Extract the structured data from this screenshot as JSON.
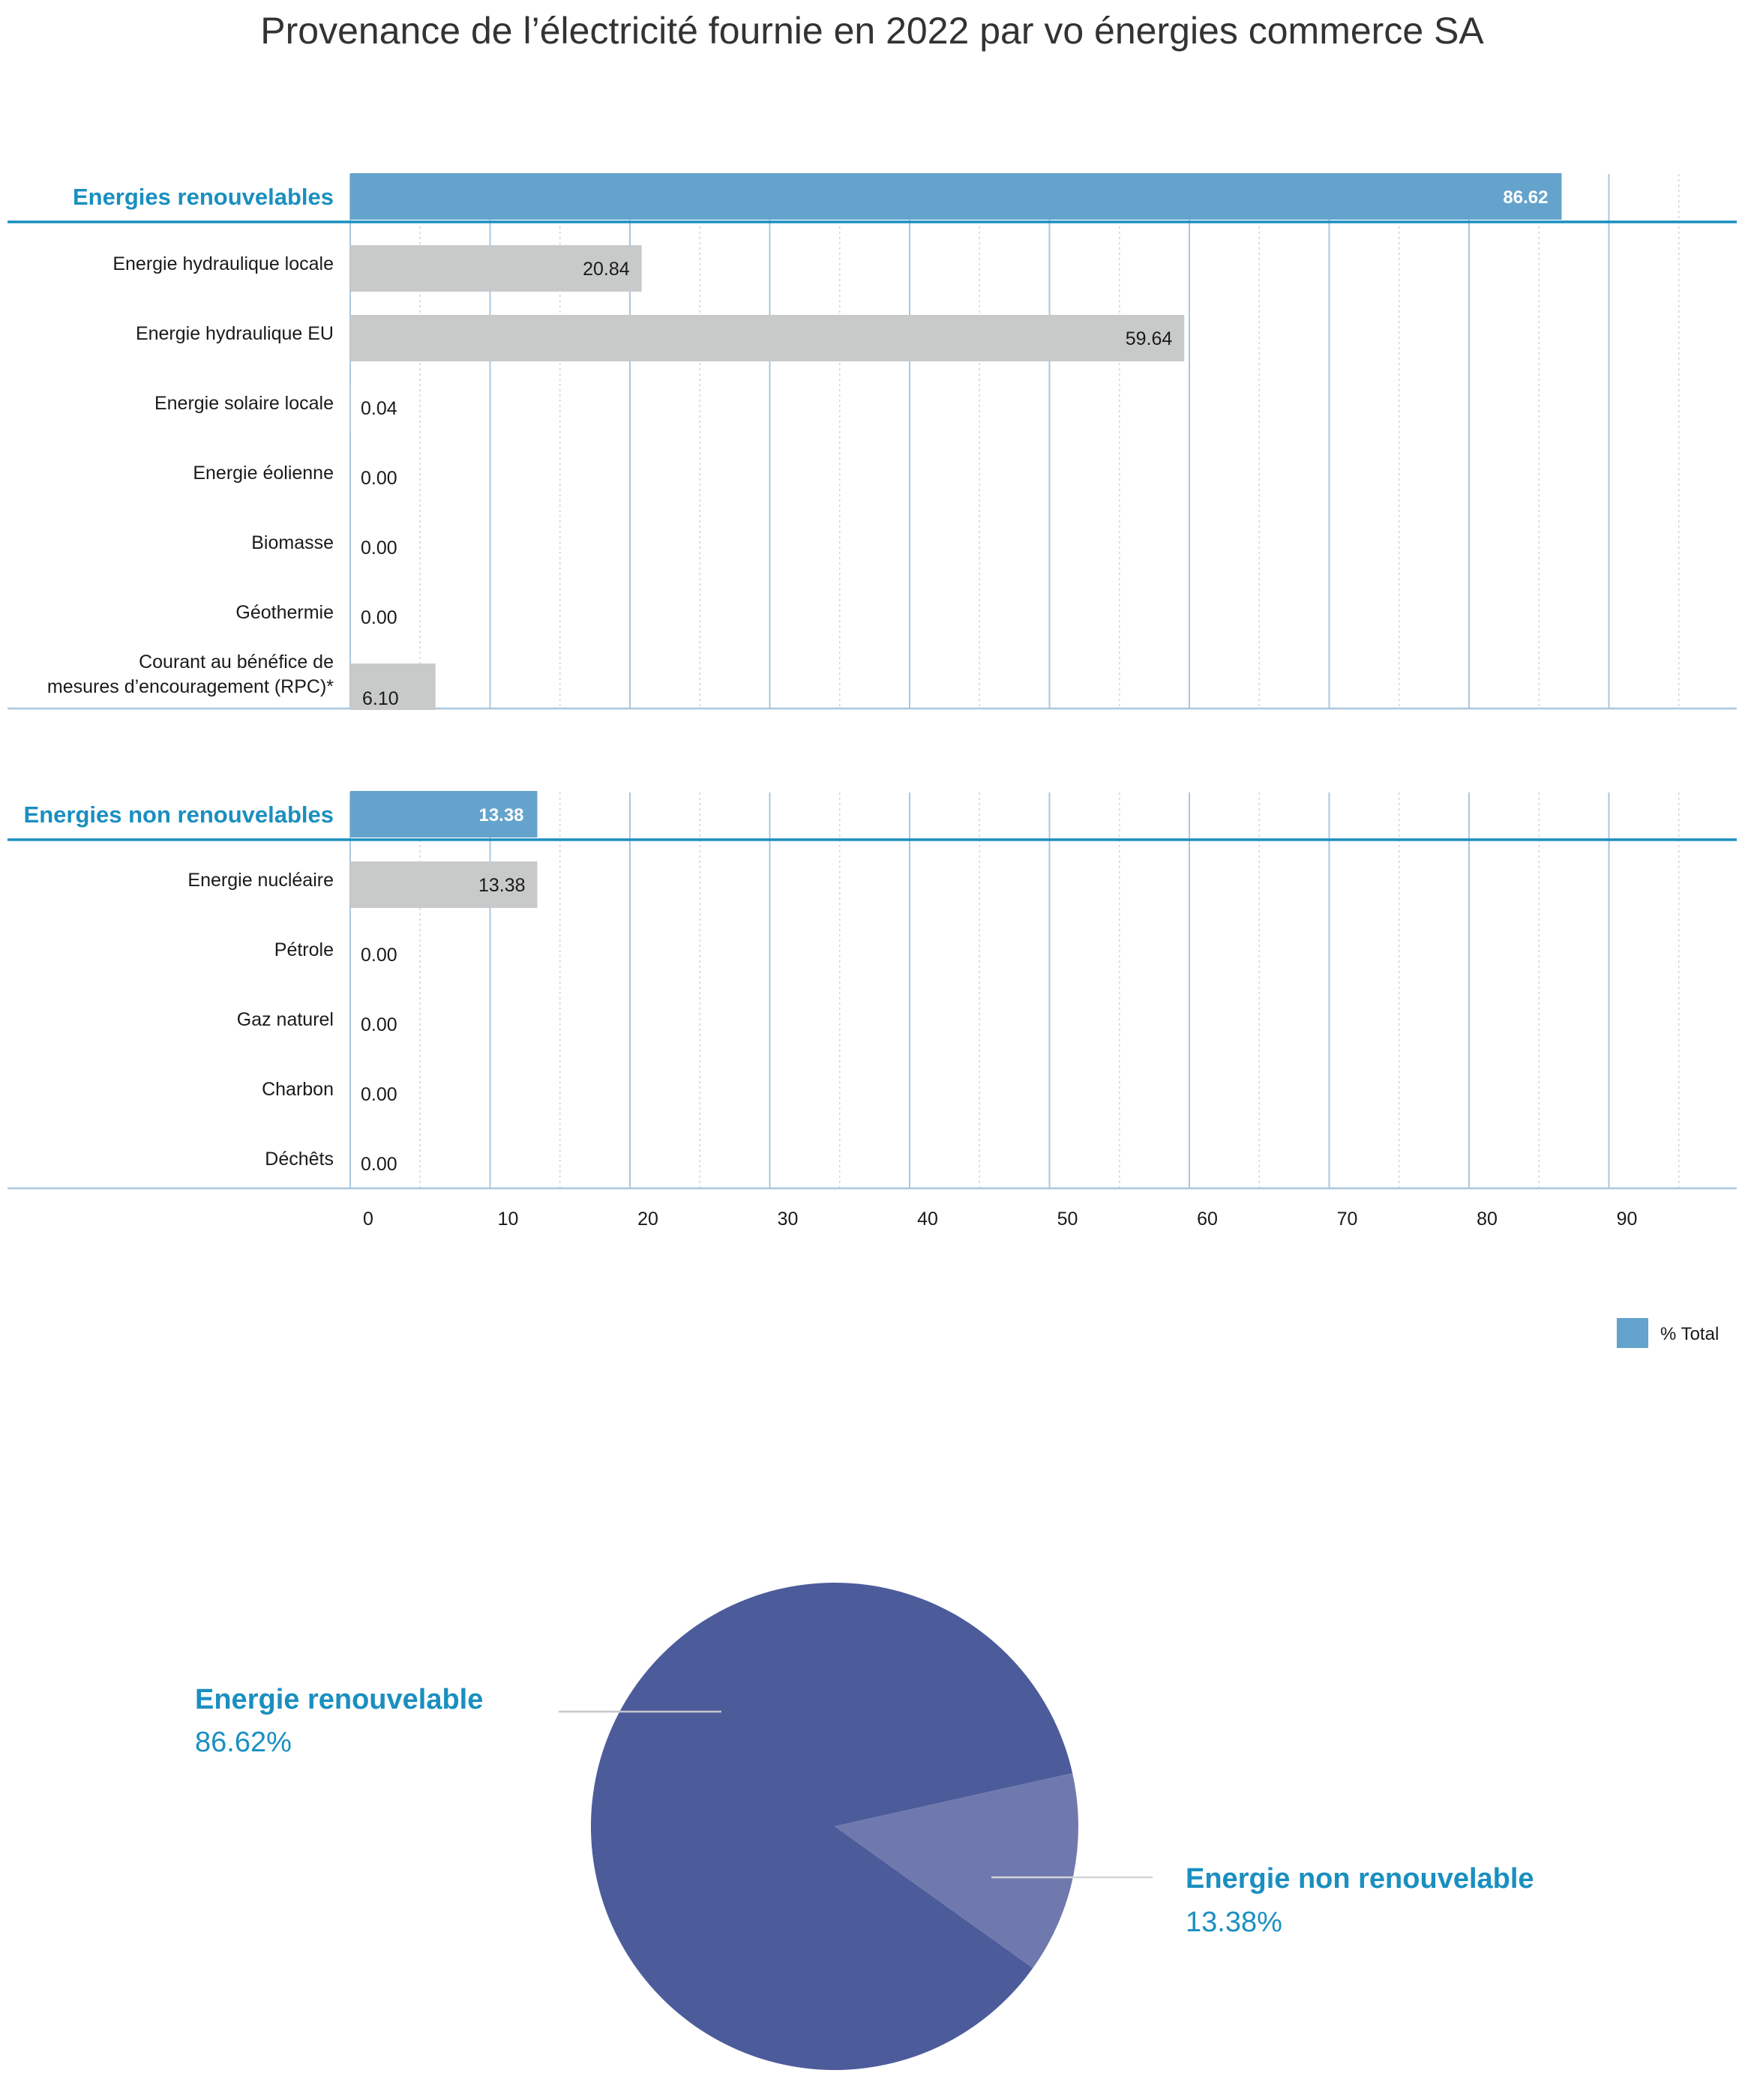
{
  "title": "Provenance de l’électricité fournie en 2022 par vo énergies commerce SA",
  "colors": {
    "group_bar": "#64a3cc",
    "item_bar": "#c8cac9",
    "axis_line": "#1a8fc0",
    "major_grid": "#a9c7df",
    "minor_grid": "#c9d7e3",
    "pie_renewable": "#4c5c9b",
    "pie_nonrenewable": "#7079ad",
    "label_accent": "#1a8fc0"
  },
  "chart_data": [
    {
      "type": "bar",
      "orientation": "horizontal",
      "xlim": [
        0,
        100
      ],
      "ticks": [
        "0",
        "10",
        "20",
        "30",
        "40",
        "50",
        "60",
        "70",
        "80",
        "90"
      ],
      "grid": true,
      "legend": {
        "position": "bottom-right",
        "label": "% Total"
      },
      "groups": [
        {
          "label": "Energies renouvelables",
          "value": 86.62,
          "value_label": "86.62",
          "items": [
            {
              "label": "Energie hydraulique locale",
              "value": 20.84,
              "value_label": "20.84"
            },
            {
              "label": "Energie hydraulique EU",
              "value": 59.64,
              "value_label": "59.64"
            },
            {
              "label": "Energie solaire locale",
              "value": 0.04,
              "value_label": "0.04"
            },
            {
              "label": "Energie éolienne",
              "value": 0.0,
              "value_label": "0.00"
            },
            {
              "label": "Biomasse",
              "value": 0.0,
              "value_label": "0.00"
            },
            {
              "label": "Géothermie",
              "value": 0.0,
              "value_label": "0.00"
            },
            {
              "label": [
                "Courant au bénéfice de",
                "mesures d’encouragement (RPC)*"
              ],
              "value": 6.1,
              "value_label": "6.10"
            }
          ]
        },
        {
          "label": "Energies non renouvelables",
          "value": 13.38,
          "value_label": "13.38",
          "items": [
            {
              "label": "Energie nucléaire",
              "value": 13.38,
              "value_label": "13.38"
            },
            {
              "label": "Pétrole",
              "value": 0.0,
              "value_label": "0.00"
            },
            {
              "label": "Gaz naturel",
              "value": 0.0,
              "value_label": "0.00"
            },
            {
              "label": "Charbon",
              "value": 0.0,
              "value_label": "0.00"
            },
            {
              "label": "Déchêts",
              "value": 0.0,
              "value_label": "0.00"
            }
          ]
        }
      ]
    },
    {
      "type": "pie",
      "slices": [
        {
          "name": "Energie renouvelable",
          "value": 86.62,
          "value_label": "86.62%"
        },
        {
          "name": "Energie non renouvelable",
          "value": 13.38,
          "value_label": "13.38%"
        }
      ]
    }
  ]
}
